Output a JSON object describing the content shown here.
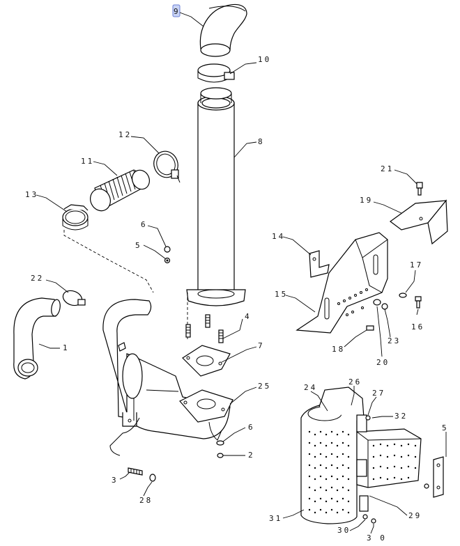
{
  "diagram": {
    "callouts": [
      "9",
      "10",
      "8",
      "12",
      "11",
      "13",
      "6",
      "5",
      "21",
      "19",
      "14",
      "17",
      "15",
      "22",
      "4",
      "7",
      "16",
      "18",
      "23",
      "20",
      "1",
      "25",
      "24",
      "26",
      "27",
      "32",
      "5",
      "6",
      "2",
      "3",
      "28",
      "31",
      "29",
      "30"
    ],
    "highlighted_callout": "9",
    "colors": {
      "ink": "#000000",
      "paper": "#ffffff",
      "highlight": "#c9d4f5"
    }
  }
}
